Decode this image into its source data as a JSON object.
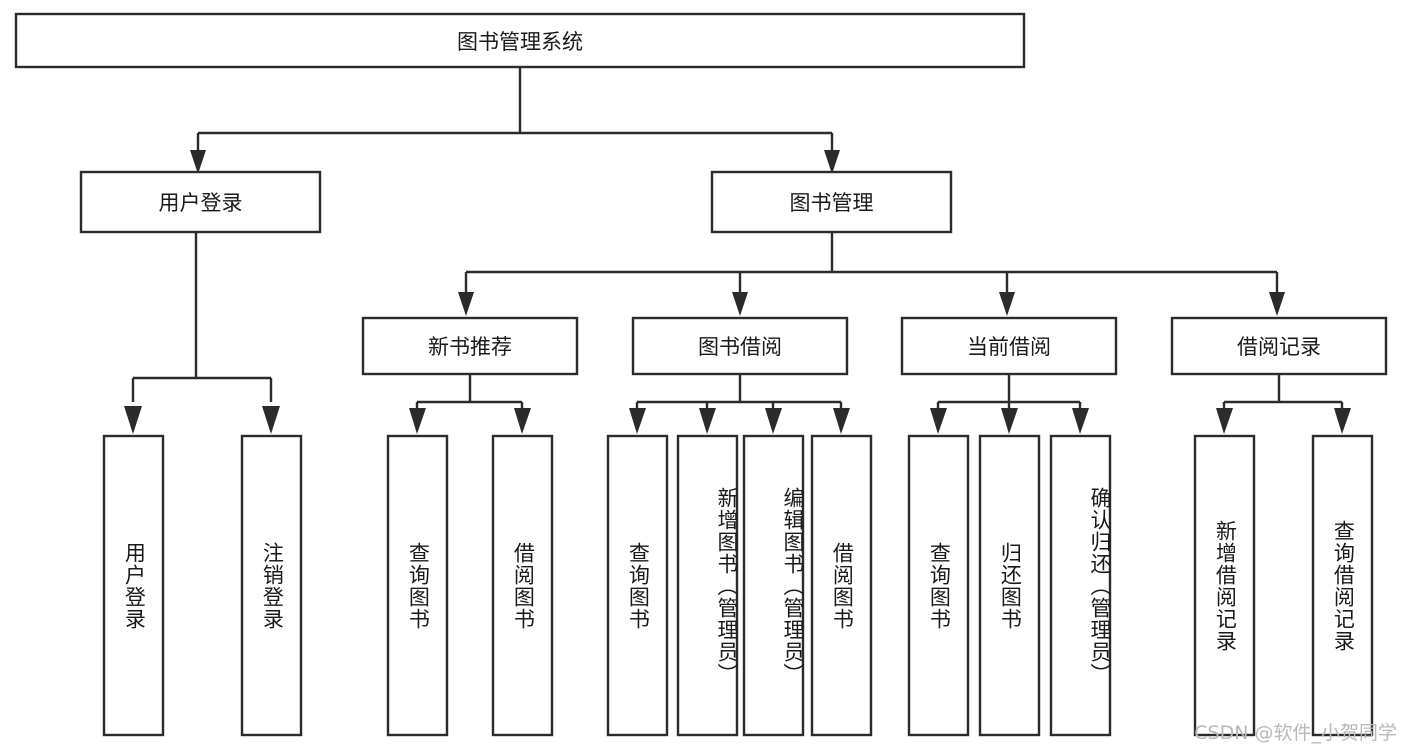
{
  "diagram": {
    "type": "tree-hierarchy",
    "orientation": "top-down",
    "root": {
      "id": "root",
      "label": "图书管理系统"
    },
    "level1": [
      {
        "id": "user-login",
        "label": "用户登录"
      },
      {
        "id": "book-management",
        "label": "图书管理"
      }
    ],
    "level2": [
      {
        "id": "new-book-recommend",
        "label": "新书推荐",
        "parent": "book-management"
      },
      {
        "id": "book-borrow",
        "label": "图书借阅",
        "parent": "book-management"
      },
      {
        "id": "current-borrow",
        "label": "当前借阅",
        "parent": "book-management"
      },
      {
        "id": "borrow-record",
        "label": "借阅记录",
        "parent": "book-management"
      }
    ],
    "leaves": {
      "user-login": [
        {
          "id": "leaf-user-login",
          "label": "用户登录"
        },
        {
          "id": "leaf-user-logout",
          "label": "注销登录"
        }
      ],
      "new-book-recommend": [
        {
          "id": "leaf-query-book-1",
          "label": "查询图书"
        },
        {
          "id": "leaf-borrow-book-1",
          "label": "借阅图书"
        }
      ],
      "book-borrow": [
        {
          "id": "leaf-query-book-2",
          "label": "查询图书"
        },
        {
          "id": "leaf-add-book",
          "label": "新增图书（管理员）"
        },
        {
          "id": "leaf-edit-book",
          "label": "编辑图书（管理员）"
        },
        {
          "id": "leaf-borrow-book-2",
          "label": "借阅图书"
        }
      ],
      "current-borrow": [
        {
          "id": "leaf-query-book-3",
          "label": "查询图书"
        },
        {
          "id": "leaf-return-book",
          "label": "归还图书"
        },
        {
          "id": "leaf-confirm-return",
          "label": "确认归还（管理员）"
        }
      ],
      "borrow-record": [
        {
          "id": "leaf-add-borrow-record",
          "label": "新增借阅记录"
        },
        {
          "id": "leaf-query-borrow-record",
          "label": "查询借阅记录"
        }
      ]
    }
  },
  "watermark": {
    "text": "CSDN @软件_小贺同学"
  },
  "colors": {
    "stroke": "#2b2b2b",
    "fill": "#ffffff",
    "text": "#1a1a1a",
    "watermark": "#b9b9b9",
    "background": "#ffffff"
  }
}
